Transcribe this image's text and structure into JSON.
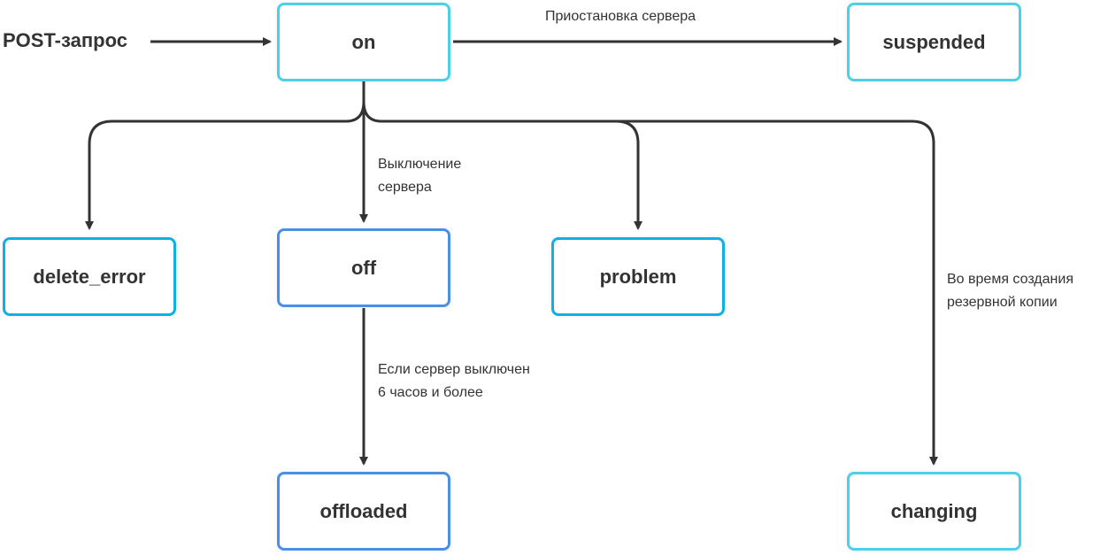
{
  "diagram": {
    "start_label": "POST-запрос",
    "colors": {
      "cyan": "#4dd0e6",
      "sky": "#0fb0e4",
      "blue": "#4a8fe3",
      "arrow": "#333333"
    },
    "nodes": {
      "on": "on",
      "suspended": "suspended",
      "delete_error": "delete_error",
      "off": "off",
      "problem": "problem",
      "offloaded": "offloaded",
      "changing": "changing"
    },
    "edge_labels": {
      "suspend": "Приостановка сервера",
      "shutdown_line1": "Выключение",
      "shutdown_line2": "сервера",
      "offload_line1": "Если сервер выключен",
      "offload_line2": "6 часов и более",
      "backup_line1": "Во время создания",
      "backup_line2": "резервной копии"
    },
    "edges": [
      {
        "from": "start",
        "to": "on"
      },
      {
        "from": "on",
        "to": "suspended",
        "label": "Приостановка сервера"
      },
      {
        "from": "on",
        "to": "delete_error"
      },
      {
        "from": "on",
        "to": "off",
        "label": "Выключение сервера"
      },
      {
        "from": "on",
        "to": "problem"
      },
      {
        "from": "on",
        "to": "changing",
        "label": "Во время создания резервной копии"
      },
      {
        "from": "off",
        "to": "offloaded",
        "label": "Если сервер выключен 6 часов и более"
      }
    ]
  }
}
